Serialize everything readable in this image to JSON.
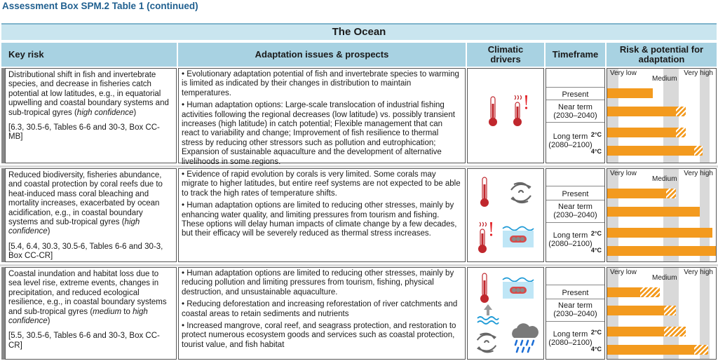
{
  "title": "Assessment Box SPM.2 Table 1 (continued)",
  "section": "The Ocean",
  "headers": {
    "key_risk": "Key risk",
    "adaptation": "Adaptation issues & prospects",
    "drivers": "Climatic drivers",
    "timeframe": "Timeframe",
    "risk_potential": "Risk & potential for adaptation"
  },
  "scale_labels": {
    "very_low": "Very low",
    "medium": "Medium",
    "very_high": "Very high"
  },
  "timeframes": {
    "present": "Present",
    "near_term": "Near term",
    "near_years": "(2030–2040)",
    "long_term": "Long term",
    "long_years": "(2080–2100)",
    "two_c": "2°C",
    "four_c": "4°C"
  },
  "rows": [
    {
      "risk_main": "Distributional shift in fish and invertebrate species, and decrease in fisheries catch potential at low latitudes, e.g., in equatorial upwelling and coastal boundary systems and sub-tropical gyres (",
      "risk_conf": "high confidence",
      "risk_close": ")",
      "refs": "[6.3, 30.5-6, Tables 6-6 and 30-3, Box CC-MB]",
      "adapt": [
        "• Evolutionary adaptation potential of fish and invertebrate species to warming is limited as indicated by their changes in distribution to maintain temperatures.",
        "• Human adaptation options: Large-scale translocation of industrial fishing activities following the regional decreases (low latitude) vs. possibly transient increases (high latitude) in catch potential; Flexible management that can react to variability and change; Improvement of fish resilience to thermal stress by reducing other stressors such as pollution and eutrophication; Expansion of sustainable aquaculture and the development of alternative livelihoods in some regions."
      ],
      "drivers": [
        "warming-trend",
        "extreme-temperature"
      ],
      "levels": {
        "present": [
          0.42,
          0.42
        ],
        "near": [
          0.63,
          0.72
        ],
        "long2": [
          0.63,
          0.72
        ],
        "long4": [
          0.8,
          0.88
        ]
      }
    },
    {
      "risk_main": "Reduced biodiversity, fisheries abundance, and coastal protection by coral reefs due to heat-induced mass coral bleaching and mortality increases, exacerbated by ocean acidification, e.g., in coastal boundary systems and sub-tropical gyres (",
      "risk_conf": "high confidence",
      "risk_close": ")",
      "refs": "[5.4, 6.4, 30.3, 30.5-6, Tables 6-6 and 30-3, Box CC-CR]",
      "adapt": [
        "• Evidence of rapid evolution by corals is very limited. Some corals may migrate to higher latitudes, but entire reef systems are not expected to be able to track the high rates of temperature shifts.",
        "• Human adaptation options are limited to reducing other stresses, mainly by enhancing water quality, and limiting pressures from tourism and fishing. These options will delay human impacts of climate change by a few decades, but their efficacy will be severely reduced as thermal stress increases."
      ],
      "drivers": [
        "warming-trend",
        "cyclone",
        "extreme-temperature",
        "ocean-acidification"
      ],
      "levels": {
        "present": [
          0.54,
          0.63
        ],
        "near": [
          0.85,
          0.85
        ],
        "long2": [
          0.97,
          0.97
        ],
        "long4": [
          1.0,
          1.0
        ]
      }
    },
    {
      "risk_main": "Coastal inundation and habitat loss due to sea level rise, extreme events, changes in precipitation, and reduced ecological resilience, e.g., in coastal boundary systems and sub-tropical gyres (",
      "risk_conf": "medium to high confidence",
      "risk_conf_parts": [
        "medium",
        " to ",
        "high confidence"
      ],
      "risk_close": ")",
      "refs": "[5.5, 30.5-6, Tables 6-6 and 30-3, Box CC-CR]",
      "adapt": [
        "• Human adaptation options are limited to reducing other stresses, mainly by reducing pollution and limiting pressures from tourism, fishing, physical destruction, and unsustainable aquaculture.",
        "• Reducing deforestation and increasing reforestation of river catchments and coastal areas to retain sediments and nutrients",
        "• Increased mangrove, coral reef, and seagrass protection, and restoration to protect numerous ecosystem goods and services such as coastal protection, tourist value, and fish habitat"
      ],
      "drivers": [
        "warming-trend",
        "ocean-acidification",
        "sea-level",
        "cyclone",
        "precipitation"
      ],
      "levels": {
        "present": [
          0.3,
          0.48
        ],
        "near": [
          0.52,
          0.63
        ],
        "long2": [
          0.52,
          0.72
        ],
        "long4": [
          0.8,
          0.93
        ]
      }
    }
  ],
  "colors": {
    "bar": "#f39a1e",
    "header": "#a8d2e2",
    "band": "#c9e5ef",
    "title": "#1f5f8f"
  }
}
